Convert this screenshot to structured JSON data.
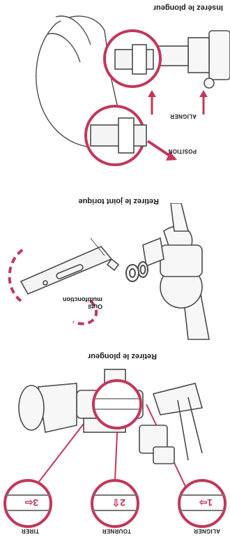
{
  "colors": {
    "accent": "#c2375a",
    "line": "#4a4a4a",
    "fill": "#f2f2f2",
    "text": "#1a1a1a"
  },
  "steps": [
    {
      "title": "Retirez le plongeur",
      "callouts": [
        {
          "label": "ALIGNER",
          "glyph": "1⇨"
        },
        {
          "label": "TOURNER",
          "glyph": "2⇧"
        },
        {
          "label": "TIRER",
          "glyph": "3⇦"
        }
      ]
    },
    {
      "title": "Retirez le joint torique",
      "tool_label": "Outil multifonction"
    },
    {
      "title": "Insérez le plongeur",
      "position_label": "POSITION",
      "align_label": "ALIGNER"
    }
  ]
}
